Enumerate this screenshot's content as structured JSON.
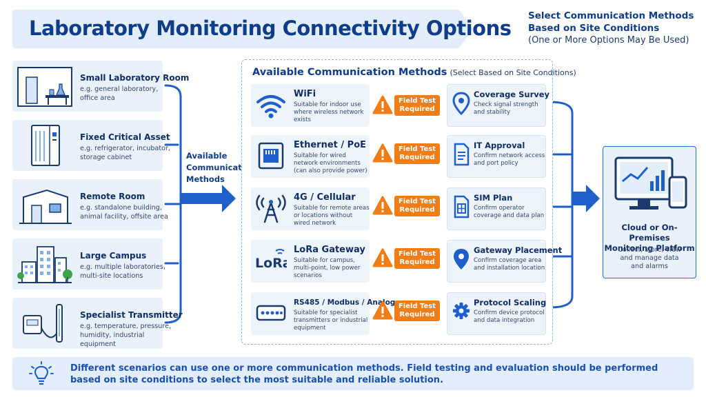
{
  "title": "Laboratory Monitoring Connectivity Options",
  "top_note": {
    "line1": "Select Communication Methods",
    "line2": "Based on Site Conditions",
    "line3": "(One or More Options May Be Used)"
  },
  "scenarios": [
    {
      "title": "Small Laboratory Room",
      "desc": "e.g. general laboratory, office area",
      "icon": "lab-room-icon"
    },
    {
      "title": "Fixed Critical Asset",
      "desc": "e.g. refrigerator, incubator, storage cabinet",
      "icon": "refrigerator-icon"
    },
    {
      "title": "Remote Room",
      "desc": "e.g. standalone building, animal facility, offsite area",
      "icon": "building-icon"
    },
    {
      "title": "Large Campus",
      "desc": "e.g. multiple laboratories, multi-site locations",
      "icon": "campus-icon"
    },
    {
      "title": "Specialist Transmitter",
      "desc": "e.g. temperature, pressure, humidity, industrial equipment",
      "icon": "transmitter-icon"
    }
  ],
  "middle_label": {
    "line1": "Available",
    "line2": "Communication",
    "line3": "Methods"
  },
  "panel": {
    "title": "Available Communication Methods",
    "subtitle": "(Select Based on Site Conditions)"
  },
  "methods": [
    {
      "title": "WiFi",
      "desc": "Suitable for indoor use where wireless network exists",
      "icon": "wifi-icon"
    },
    {
      "title": "Ethernet / PoE",
      "desc": "Suitable for wired network environments (can also provide power)",
      "icon": "ethernet-port-icon"
    },
    {
      "title": "4G / Cellular",
      "desc": "Suitable for remote areas or locations without wired network",
      "icon": "cell-tower-icon"
    },
    {
      "title": "LoRa Gateway",
      "desc": "Suitable for campus, multi-point, low power scenarios",
      "icon_text": "LoRa",
      "icon": "lora-logo-icon"
    },
    {
      "title": "RS485 / Modbus / Analog",
      "desc": "Suitable for specialist transmitters or industrial equipment",
      "icon": "serial-connector-icon"
    }
  ],
  "badge_label": {
    "line1": "Field Test",
    "line2": "Required"
  },
  "actions": [
    {
      "title": "Coverage Survey",
      "desc": "Check signal strength and stability",
      "icon": "location-pin-icon"
    },
    {
      "title": "IT Approval",
      "desc": "Confirm network access and port policy",
      "icon": "document-icon"
    },
    {
      "title": "SIM Plan",
      "desc": "Confirm operator coverage and data plan",
      "icon": "sim-card-icon"
    },
    {
      "title": "Gateway Placement",
      "desc": "Confirm coverage area and installation location",
      "icon": "location-pin-icon"
    },
    {
      "title": "Protocol Scaling",
      "desc": "Confirm device protocol and data integration",
      "icon": "gear-icon"
    }
  ],
  "platform": {
    "title_line1": "Cloud or On-Premises",
    "title_line2": "Monitoring Platform",
    "desc_line1": "Collect, store, view",
    "desc_line2": "and manage data",
    "desc_line3": "and alarms"
  },
  "footer": "Different scenarios can use one or more communication methods. Field testing and evaluation should be performed based on site conditions to select the most suitable and reliable solution.",
  "colors": {
    "primary": "#1f5fc9",
    "accent": "#f07d16",
    "card": "#e9f1fb",
    "text": "#0f2e66"
  }
}
